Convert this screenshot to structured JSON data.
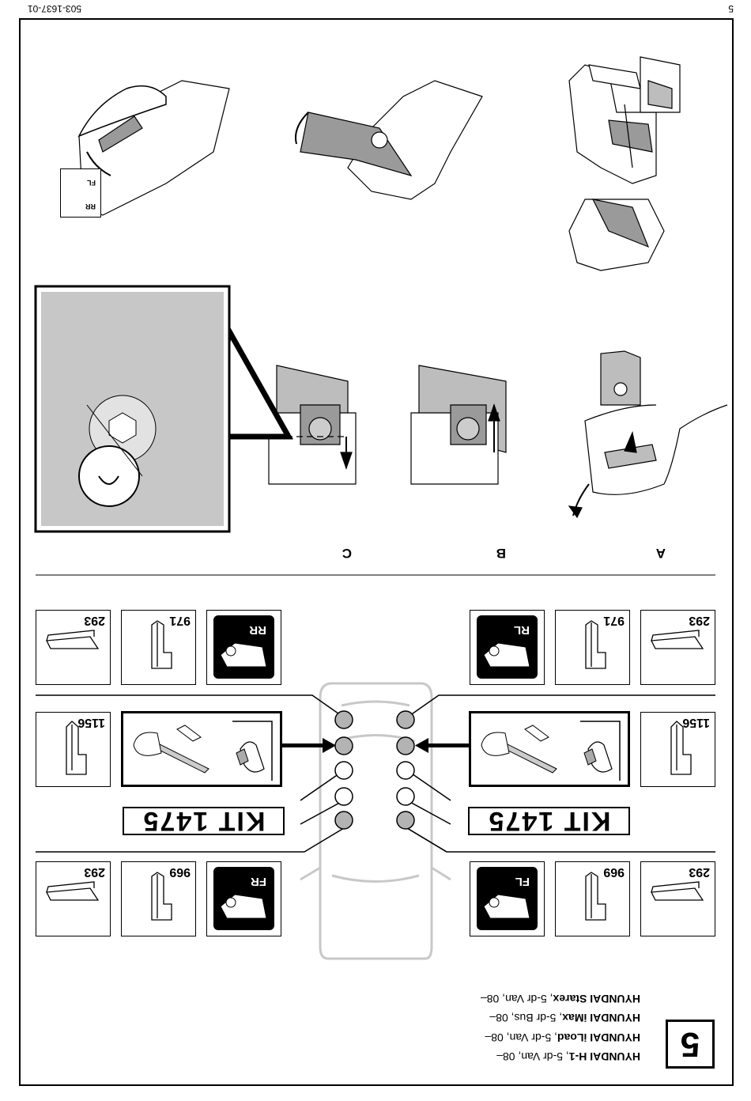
{
  "header": {
    "doc_number": "503-1637-01",
    "page_number": "5"
  },
  "step": {
    "number": "5"
  },
  "models": [
    {
      "brand": "HYUNDAI",
      "model": "H-1",
      "suffix": ", 5-dr Van, 08–"
    },
    {
      "brand": "HYUNDAI",
      "model": "iLoad",
      "suffix": ", 5-dr Van, 08–"
    },
    {
      "brand": "HYUNDAI",
      "model": "iMax",
      "suffix": ", 5-dr Bus, 08–"
    },
    {
      "brand": "HYUNDAI",
      "model": "Starex",
      "suffix": ", 5-dr Van, 08–"
    }
  ],
  "kit_labels": {
    "left": "KIT 1475",
    "right": "KIT 1475"
  },
  "part_tiles": {
    "front_left": {
      "position": "FL",
      "parts": [
        "969",
        "293"
      ]
    },
    "front_right": {
      "position": "FR",
      "parts": [
        "969",
        "293"
      ]
    },
    "rear_left": {
      "position": "RL",
      "parts": [
        "971",
        "293"
      ]
    },
    "rear_right": {
      "position": "RR",
      "parts": [
        "971",
        "293"
      ]
    },
    "middle_left": {
      "part": "1156"
    },
    "middle_right": {
      "part": "1156"
    }
  },
  "step_letters": [
    "A",
    "B",
    "C"
  ],
  "label_tags": {
    "left": "FL",
    "right": "RR"
  },
  "colors": {
    "grey_fill": "#bdbdbd",
    "seat_empty": "#ffffff",
    "seat_filled": "#b3b3b3",
    "line": "#000000",
    "car_outline": "#c8c8c8"
  }
}
